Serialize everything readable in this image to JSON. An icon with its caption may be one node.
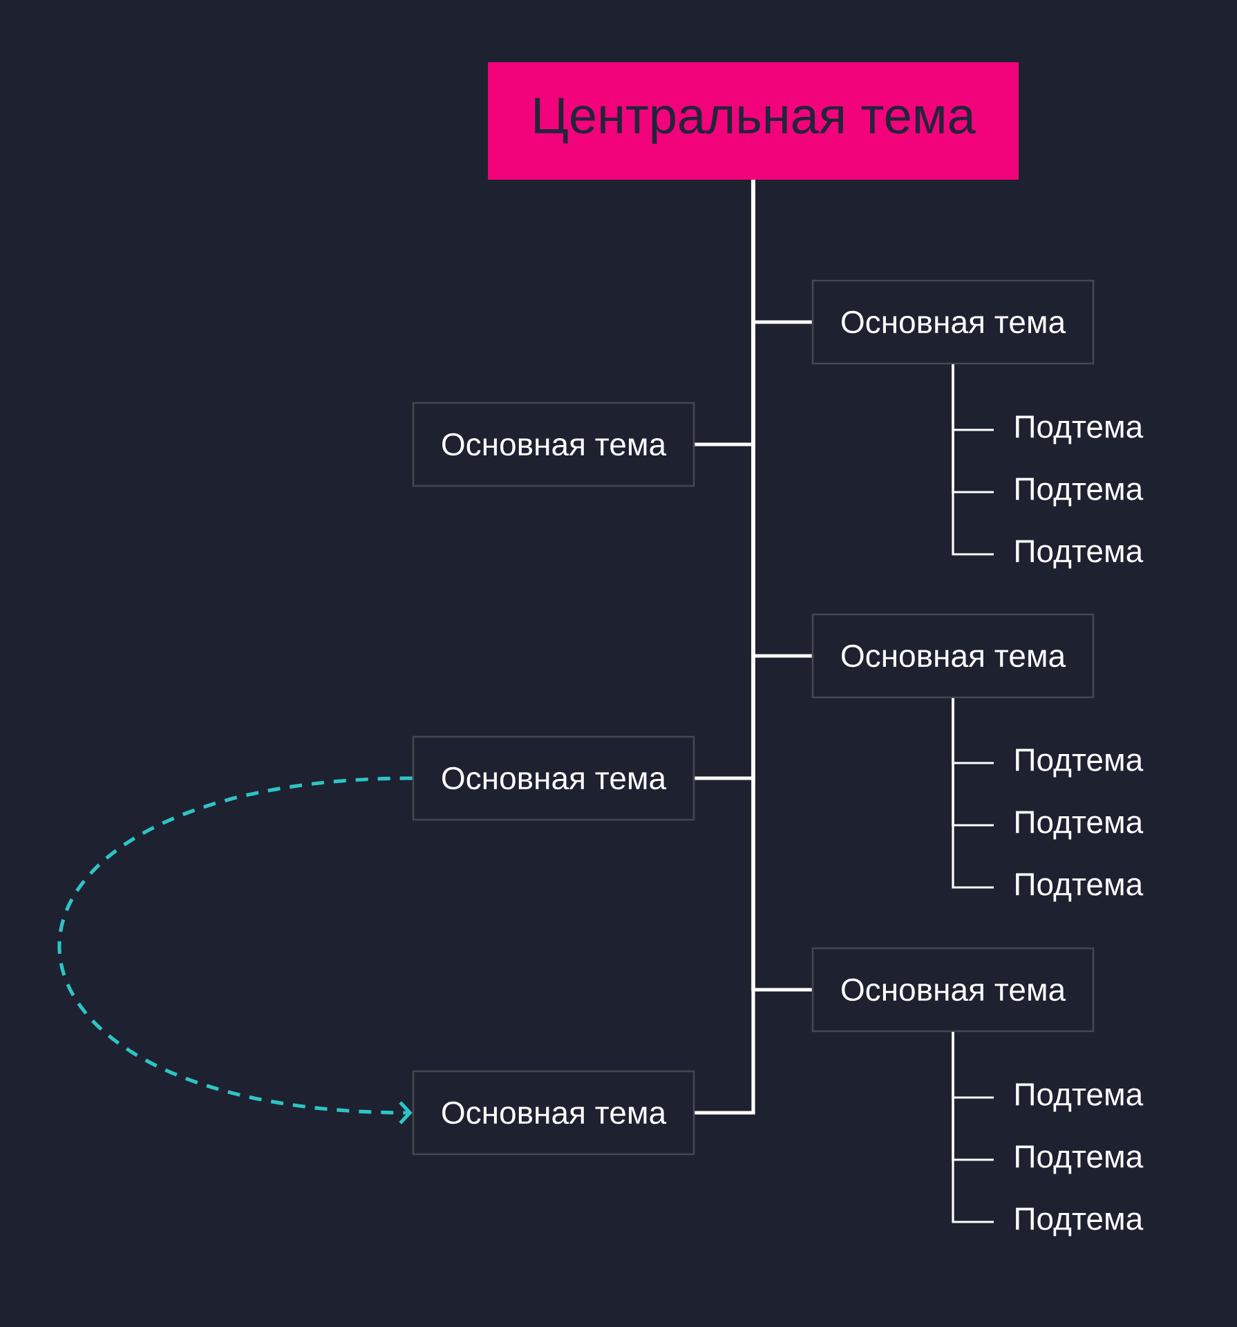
{
  "diagram": {
    "nodes": [
      {
        "text": [
          "Центральная тема"
        ]
      },
      {
        "text": [
          "Основная тема"
        ]
      },
      {
        "text": [
          "Подтема"
        ]
      },
      {
        "text": [
          "Подтема"
        ]
      },
      {
        "text": [
          "Подтема"
        ]
      },
      {
        "text": [
          "Основная тема"
        ]
      },
      {
        "text": [
          "Основная тема"
        ]
      },
      {
        "text": [
          "Подтема"
        ]
      },
      {
        "text": [
          "Подтема"
        ]
      },
      {
        "text": [
          "Подтема"
        ]
      },
      {
        "text": [
          "Основная тема"
        ]
      },
      {
        "text": [
          "Основная тема"
        ]
      },
      {
        "text": [
          "Подтема"
        ]
      },
      {
        "text": [
          "Подтема"
        ]
      },
      {
        "text": [
          "Подтема"
        ]
      },
      {
        "text": [
          "Основная тема"
        ]
      }
    ],
    "edges": [
      {
        "from": 0,
        "to": 1,
        "arrow": "none"
      },
      {
        "from": 1,
        "to": 2,
        "arrow": "none"
      },
      {
        "from": 1,
        "to": 3,
        "arrow": "none"
      },
      {
        "from": 1,
        "to": 4,
        "arrow": "none"
      },
      {
        "from": 0,
        "to": 5,
        "arrow": "none"
      },
      {
        "from": 0,
        "to": 6,
        "arrow": "none"
      },
      {
        "from": 6,
        "to": 7,
        "arrow": "none"
      },
      {
        "from": 6,
        "to": 8,
        "arrow": "none"
      },
      {
        "from": 6,
        "to": 9,
        "arrow": "none"
      },
      {
        "from": 0,
        "to": 10,
        "arrow": "none"
      },
      {
        "from": 0,
        "to": 11,
        "arrow": "none"
      },
      {
        "from": 11,
        "to": 12,
        "arrow": "none"
      },
      {
        "from": 11,
        "to": 13,
        "arrow": "none"
      },
      {
        "from": 11,
        "to": 14,
        "arrow": "none"
      },
      {
        "from": 0,
        "to": 15,
        "arrow": "none"
      },
      {
        "from": 10,
        "to": 15,
        "arrow": "to",
        "style": "dashed",
        "color": "#2ec4c4"
      }
    ]
  }
}
